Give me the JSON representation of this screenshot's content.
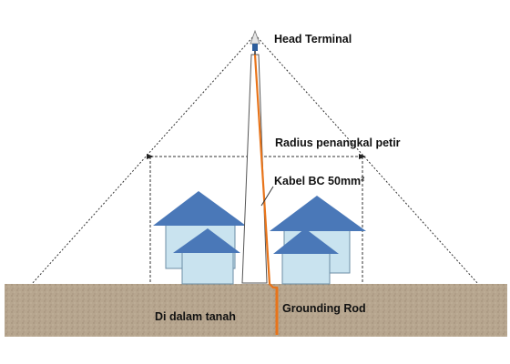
{
  "labels": {
    "head_terminal": "Head Terminal",
    "radius": "Radius penangkal petir",
    "cable": "Kabel BC 50mm²",
    "underground": "Di dalam tanah",
    "grounding": "Grounding Rod"
  },
  "colors": {
    "roof": "#4a78b8",
    "wall": "#c9e3ef",
    "cable": "#e8741a",
    "ground": "#b5a48e",
    "pole_outline": "#555555"
  }
}
